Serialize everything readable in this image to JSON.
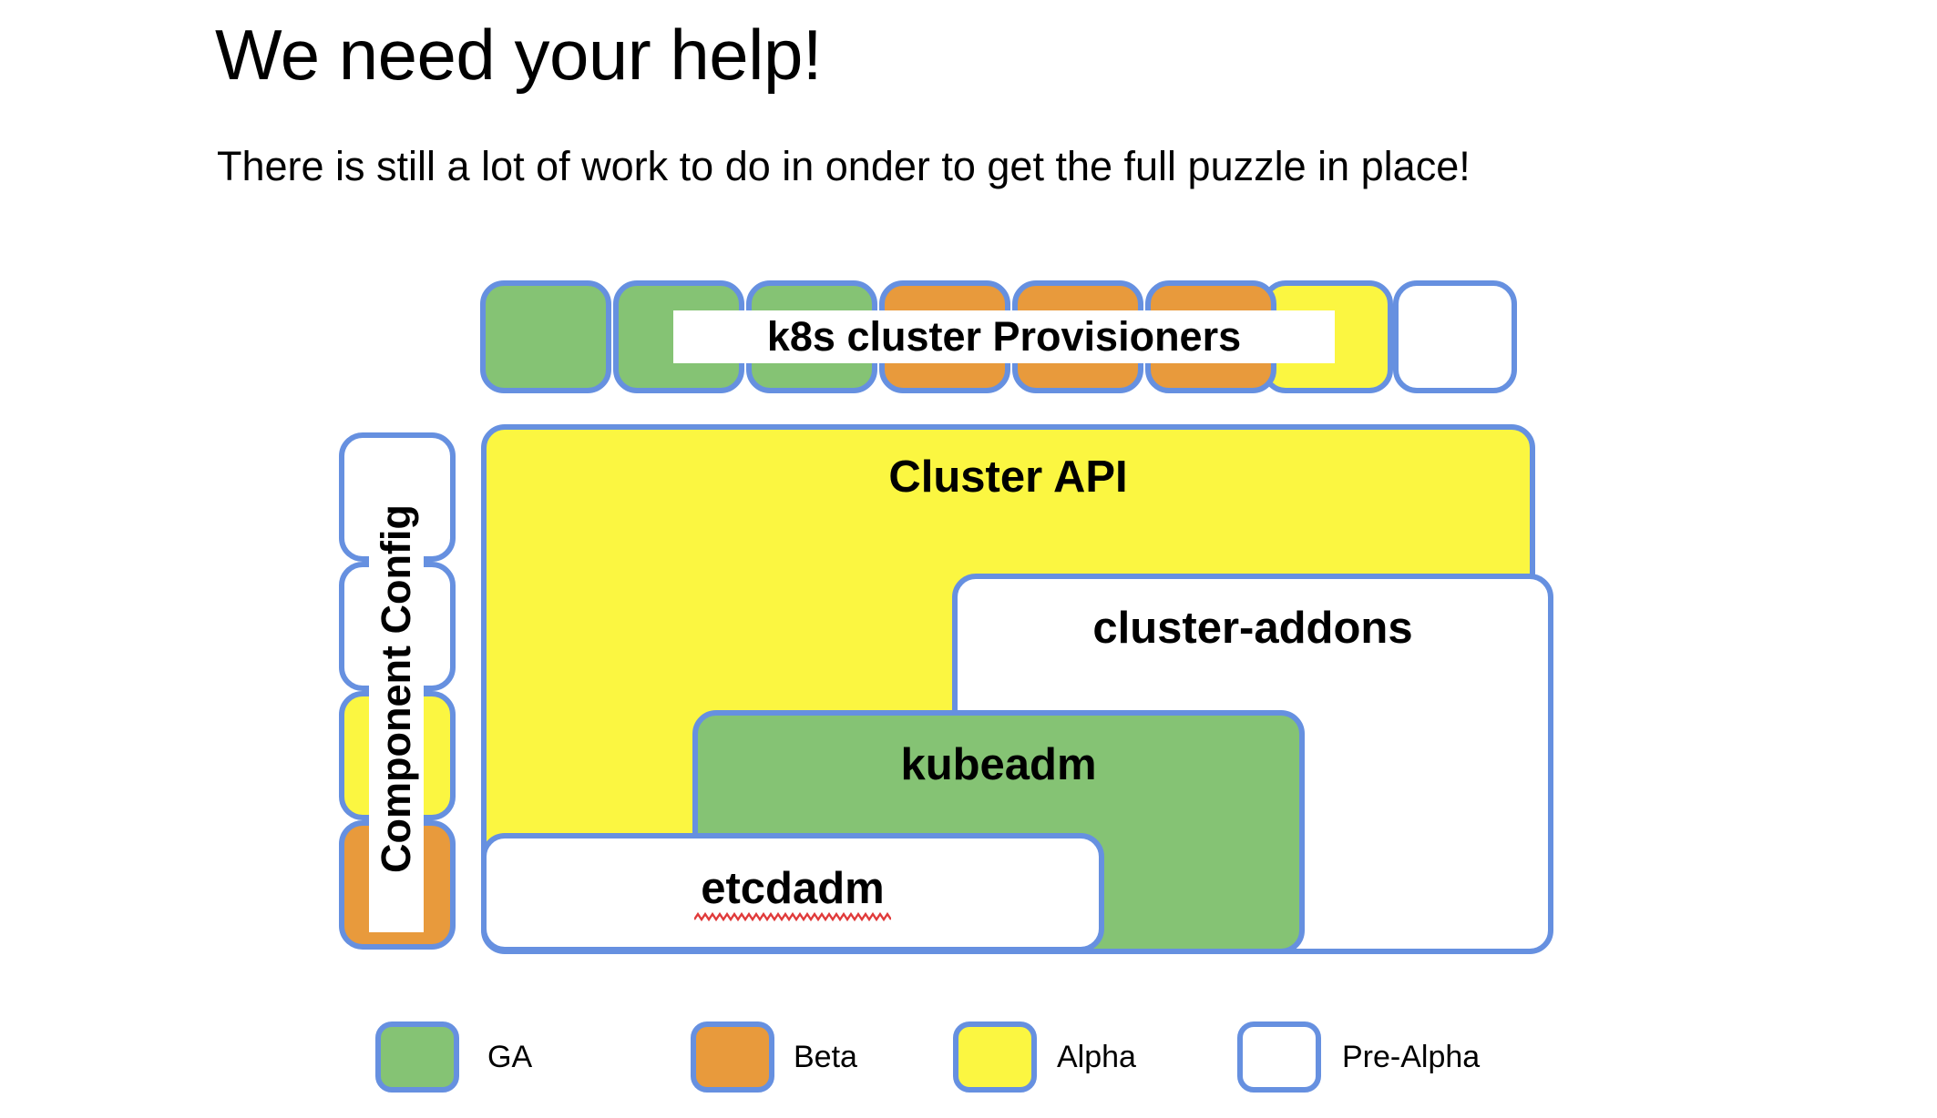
{
  "slide": {
    "title": "We need your help!",
    "subtitle": "There is still a lot of work to do in onder to get the full puzzle in place!"
  },
  "colors": {
    "ga_green": "#85c374",
    "beta_orange": "#e89a3c",
    "alpha_yellow": "#fbf641",
    "prealpha_white": "#ffffff",
    "border_blue": "#6690e0",
    "text_black": "#000000",
    "spellcheck_red": "#e03a3a"
  },
  "diagram": {
    "provisioners_row": {
      "label": "k8s cluster Provisioners",
      "boxes": [
        {
          "status": "GA",
          "color": "#85c374"
        },
        {
          "status": "GA",
          "color": "#85c374"
        },
        {
          "status": "GA",
          "color": "#85c374"
        },
        {
          "status": "Beta",
          "color": "#e89a3c"
        },
        {
          "status": "Beta",
          "color": "#e89a3c"
        },
        {
          "status": "Beta",
          "color": "#e89a3c"
        },
        {
          "status": "Alpha",
          "color": "#fbf641"
        },
        {
          "status": "Pre-Alpha",
          "color": "#ffffff"
        }
      ]
    },
    "component_config_column": {
      "label": "Component Config",
      "boxes": [
        {
          "status": "Pre-Alpha",
          "color": "#ffffff"
        },
        {
          "status": "Pre-Alpha",
          "color": "#ffffff"
        },
        {
          "status": "Alpha",
          "color": "#fbf641"
        },
        {
          "status": "Beta",
          "color": "#e89a3c"
        }
      ]
    },
    "components": [
      {
        "label": "Cluster API",
        "status": "Alpha",
        "color": "#fbf641"
      },
      {
        "label": "cluster-addons",
        "status": "Pre-Alpha",
        "color": "#ffffff"
      },
      {
        "label": "kubeadm",
        "status": "GA",
        "color": "#85c374"
      },
      {
        "label": "etcdadm",
        "status": "Pre-Alpha",
        "color": "#ffffff",
        "spellcheck_flagged": true
      }
    ]
  },
  "legend": {
    "items": [
      {
        "label": "GA",
        "color": "#85c374"
      },
      {
        "label": "Beta",
        "color": "#e89a3c"
      },
      {
        "label": "Alpha",
        "color": "#fbf641"
      },
      {
        "label": "Pre-Alpha",
        "color": "#ffffff"
      }
    ]
  }
}
